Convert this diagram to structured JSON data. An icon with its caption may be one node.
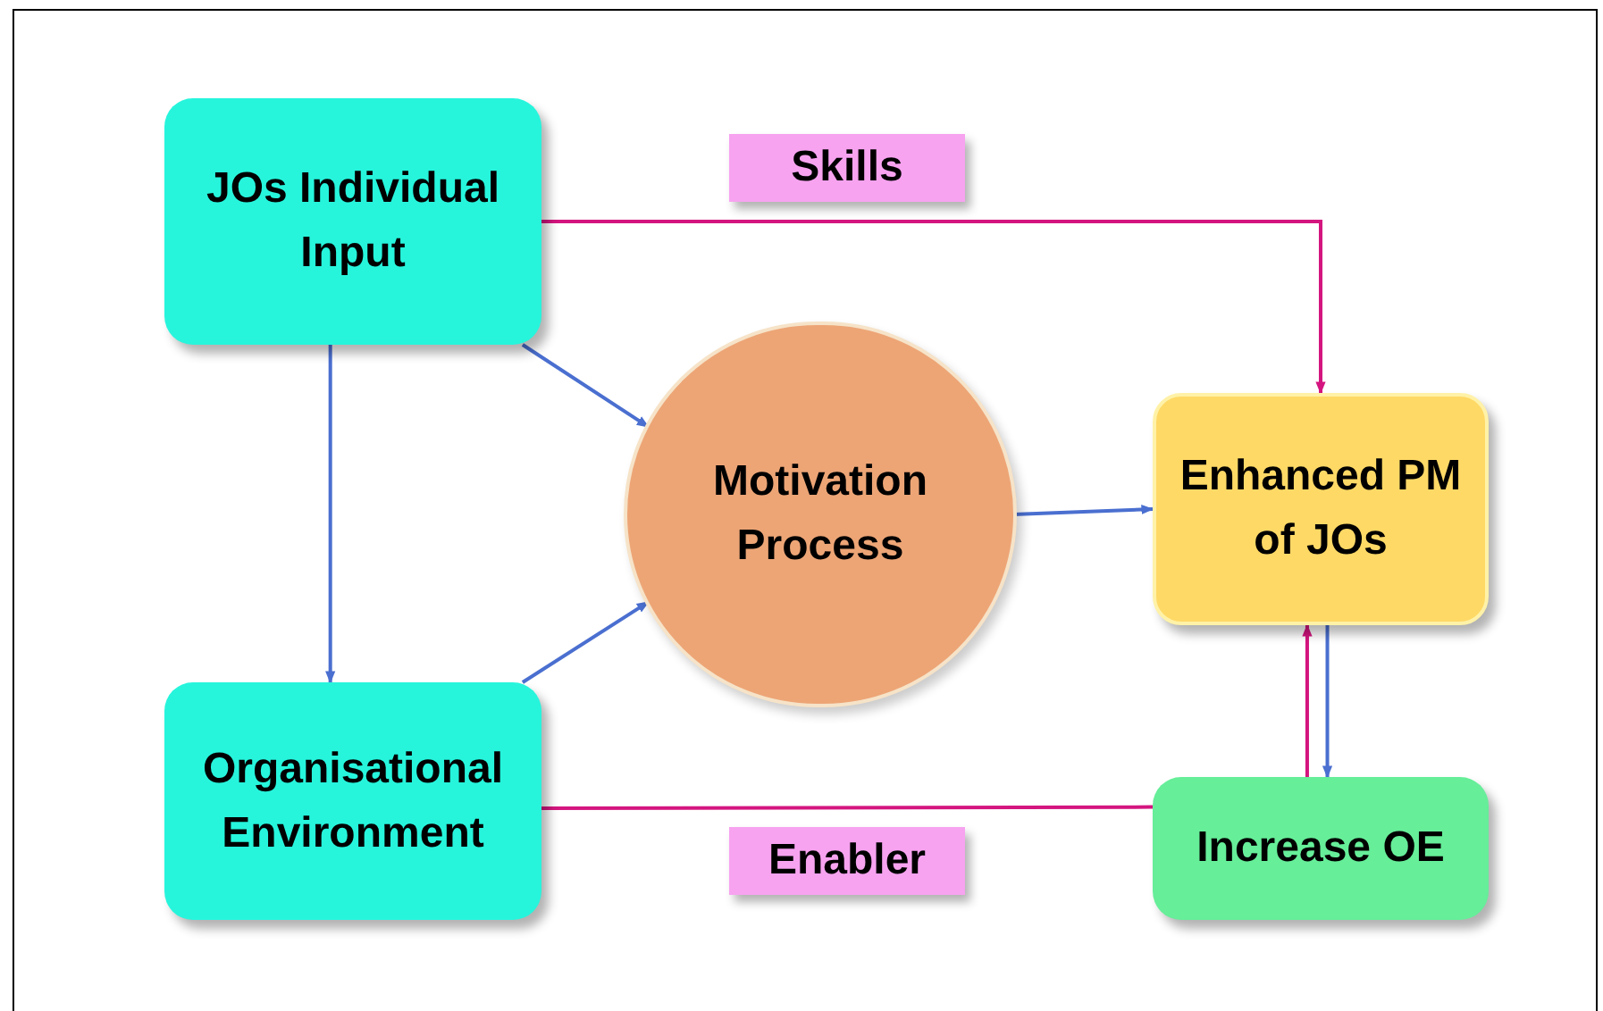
{
  "diagram": {
    "nodes": [
      {
        "text": [
          "JOs Individual Input"
        ]
      },
      {
        "text": [
          "Organisational Environment"
        ]
      },
      {
        "text": [
          "Motivation Process"
        ]
      },
      {
        "text": [
          "Enhanced PM of JOs"
        ]
      },
      {
        "text": [
          "Increase OE"
        ]
      }
    ],
    "edges": [
      {
        "from": 0,
        "to": 3,
        "arrow": "to",
        "label": "Skills",
        "color": "#d4157f"
      },
      {
        "from": 0,
        "to": 2,
        "arrow": "to"
      },
      {
        "from": 0,
        "to": 1,
        "arrow": "to"
      },
      {
        "from": 1,
        "to": 2,
        "arrow": "to"
      },
      {
        "from": 2,
        "to": 3,
        "arrow": "to"
      },
      {
        "from": 1,
        "to": 4,
        "arrow": "none",
        "label": "Enabler",
        "color": "#d4157f"
      },
      {
        "from": 4,
        "to": 3,
        "arrow": "to",
        "color": "#d4157f"
      },
      {
        "from": 3,
        "to": 4,
        "arrow": "to"
      }
    ]
  }
}
